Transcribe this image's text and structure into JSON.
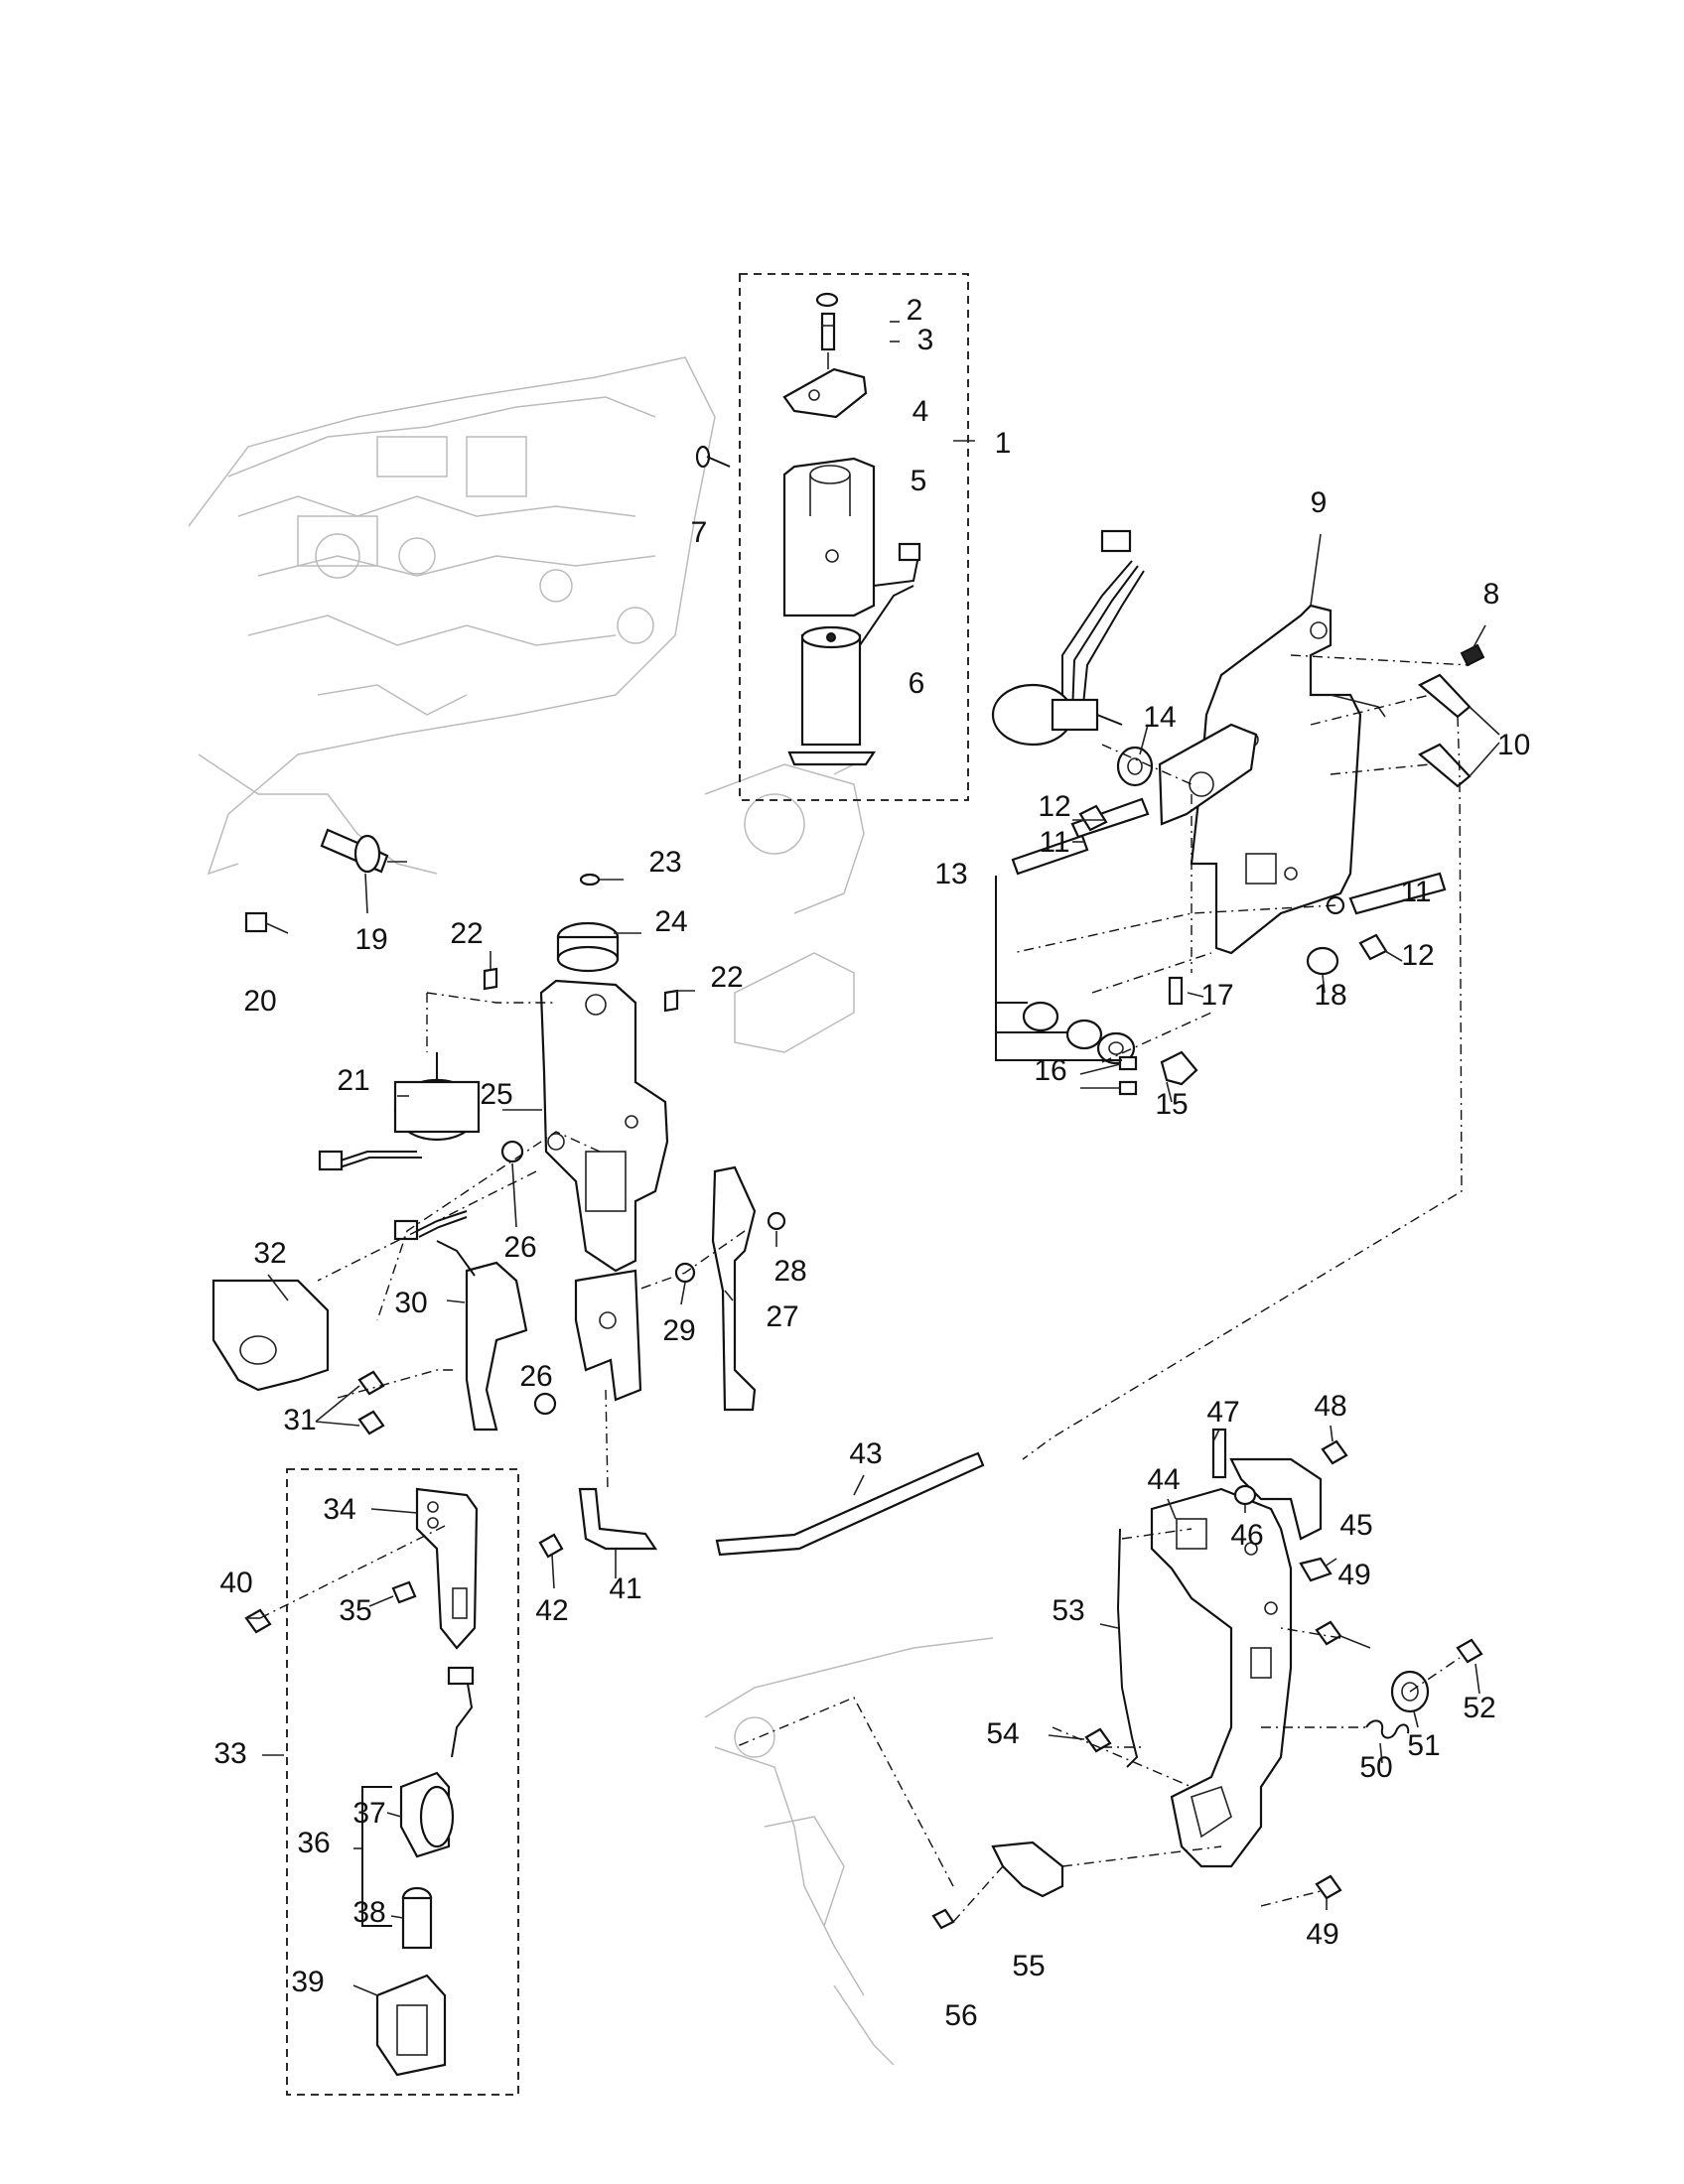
{
  "callouts": [
    {
      "id": "c1",
      "text": "1"
    },
    {
      "id": "c2",
      "text": "2"
    },
    {
      "id": "c3",
      "text": "3"
    },
    {
      "id": "c4",
      "text": "4"
    },
    {
      "id": "c5",
      "text": "5"
    },
    {
      "id": "c6",
      "text": "6"
    },
    {
      "id": "c7",
      "text": "7"
    },
    {
      "id": "c8",
      "text": "8"
    },
    {
      "id": "c9",
      "text": "9"
    },
    {
      "id": "c10",
      "text": "10"
    },
    {
      "id": "c11a",
      "text": "11"
    },
    {
      "id": "c11b",
      "text": "11"
    },
    {
      "id": "c12a",
      "text": "12"
    },
    {
      "id": "c12b",
      "text": "12"
    },
    {
      "id": "c13",
      "text": "13"
    },
    {
      "id": "c14",
      "text": "14"
    },
    {
      "id": "c15",
      "text": "15"
    },
    {
      "id": "c16",
      "text": "16"
    },
    {
      "id": "c17",
      "text": "17"
    },
    {
      "id": "c18",
      "text": "18"
    },
    {
      "id": "c19",
      "text": "19"
    },
    {
      "id": "c20",
      "text": "20"
    },
    {
      "id": "c21",
      "text": "21"
    },
    {
      "id": "c22a",
      "text": "22"
    },
    {
      "id": "c22b",
      "text": "22"
    },
    {
      "id": "c23",
      "text": "23"
    },
    {
      "id": "c24",
      "text": "24"
    },
    {
      "id": "c25",
      "text": "25"
    },
    {
      "id": "c26a",
      "text": "26"
    },
    {
      "id": "c26b",
      "text": "26"
    },
    {
      "id": "c27",
      "text": "27"
    },
    {
      "id": "c28",
      "text": "28"
    },
    {
      "id": "c29",
      "text": "29"
    },
    {
      "id": "c30",
      "text": "30"
    },
    {
      "id": "c31",
      "text": "31"
    },
    {
      "id": "c32",
      "text": "32"
    },
    {
      "id": "c33",
      "text": "33"
    },
    {
      "id": "c34",
      "text": "34"
    },
    {
      "id": "c35",
      "text": "35"
    },
    {
      "id": "c36",
      "text": "36"
    },
    {
      "id": "c37",
      "text": "37"
    },
    {
      "id": "c38",
      "text": "38"
    },
    {
      "id": "c39",
      "text": "39"
    },
    {
      "id": "c40",
      "text": "40"
    },
    {
      "id": "c41",
      "text": "41"
    },
    {
      "id": "c42",
      "text": "42"
    },
    {
      "id": "c43",
      "text": "43"
    },
    {
      "id": "c44",
      "text": "44"
    },
    {
      "id": "c45",
      "text": "45"
    },
    {
      "id": "c46",
      "text": "46"
    },
    {
      "id": "c47",
      "text": "47"
    },
    {
      "id": "c48",
      "text": "48"
    },
    {
      "id": "c49a",
      "text": "49"
    },
    {
      "id": "c49b",
      "text": "49"
    },
    {
      "id": "c50",
      "text": "50"
    },
    {
      "id": "c51",
      "text": "51"
    },
    {
      "id": "c52",
      "text": "52"
    },
    {
      "id": "c53",
      "text": "53"
    },
    {
      "id": "c54",
      "text": "54"
    },
    {
      "id": "c55",
      "text": "55"
    },
    {
      "id": "c56",
      "text": "56"
    }
  ]
}
